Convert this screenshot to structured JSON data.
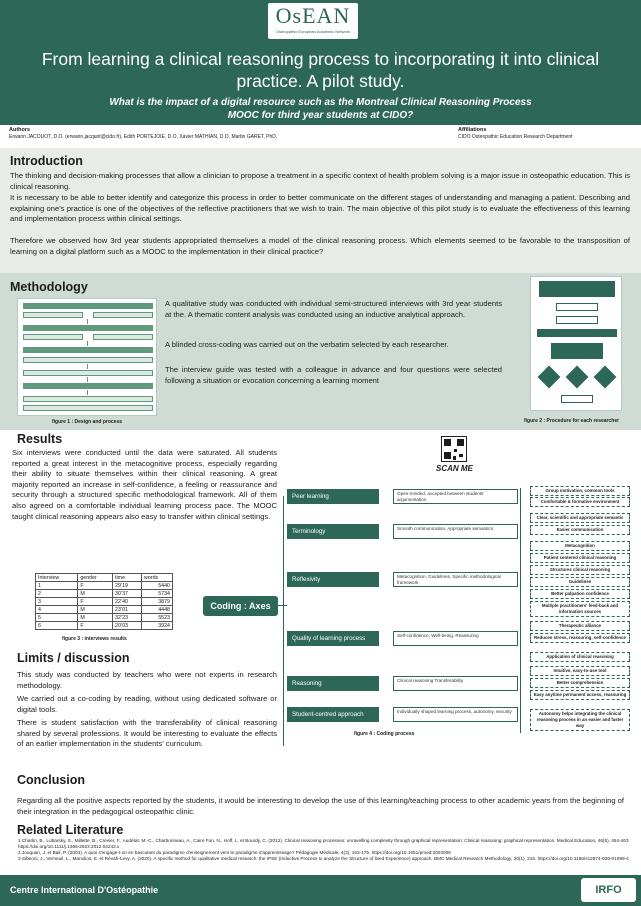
{
  "header": {
    "logo_title": "OsEAN",
    "logo_sub": "Osteopathic European Academic Network",
    "title": "From learning a clinical reasoning process to incorporating it into clinical practice. A pilot study.",
    "question": "What is the impact of a digital resource such as the Montreal Clinical Reasoning Process MOOC for third year students at CIDO?"
  },
  "authors": {
    "heading": "Authors",
    "text": "Erwann JACOUOT, D.O. (erwann.jacquot@cido.fr), Edith PORTEJOIE, D.O, Xavier MATHIAN, D.O, Martin GARET, PhD.",
    "aff_heading": "Affiliations",
    "aff_text": "CIDO Osteopathic Education Research Department"
  },
  "intro": {
    "heading": "Introduction",
    "p1": "The thinking and decision-making processes that allow a clinician to propose a treatment in a specific context of health problem solving is a major issue in osteopathic education. This is clinical reasoning.",
    "p2": "It is necessary to be able to better identify and categorize this process in order to better communicate on the different stages of understanding and managing a patient. Describing and explaining one's practice is one of the objectives of the reflective practitioners that we wish to train. The main objective of this pilot study is to evaluate the effectiveness of this learning and implementation process within clinical settings.",
    "p3": "Therefore we observed how 3rd year students appropriated themselves a model of the clinical reasoning process. Which elements seemed to be favorable to the transposition of learning on a digital platform such as a MOOC to the implementation in their clinical practice?"
  },
  "method": {
    "heading": "Methodology",
    "p1": "A qualitative study was conducted with individual semi-structured interviews with 3rd year students at the. A thematic content analysis was conducted using an inductive analytical approach.",
    "p2": "A blinded cross-coding was carried out on the verbatim selected by each researcher.",
    "p3": "The interview guide was tested with a colleague in advance and four questions were selected following a situation or evocation concerning a learning moment",
    "fig1_caption": "figure 1 : Design and process",
    "fig2_caption": "figure 2 : Procedure for each researcher"
  },
  "results": {
    "heading": "Results",
    "text": "Six interviews were conducted until the data were saturated. All students reported a great interest in the metacognitive process, especially regarding their ability to situate themselves within their clinical reasoning. A great majority reported an increase in self-confidence, a feeling or reassurance and security through a structured specific methodological framework. All of them also agreed on a comfortable individual learning process pace. The MOOC taught clinical reasoning appears also easy to transfer within clinical settings.",
    "table_headers": [
      "Interview",
      "gender",
      "time",
      "words"
    ],
    "table_rows": [
      [
        "1",
        "F",
        "29’19",
        "5440"
      ],
      [
        "2",
        "M",
        "30’37",
        "5734"
      ],
      [
        "3",
        "F",
        "22’40",
        "3879"
      ],
      [
        "4",
        "M",
        "23’01",
        "4448"
      ],
      [
        "5",
        "M",
        "32’23",
        "5523"
      ],
      [
        "6",
        "F",
        "20’03",
        "3924"
      ]
    ],
    "table_caption": "figure 3 : interviews results",
    "scan_label": "SCAN ME"
  },
  "coding": {
    "root": "Coding : Axes",
    "caption": "figure 4 :  Coding process",
    "axes": [
      {
        "label": "Peer learning",
        "sub": "Open-minded, accepted between students' argumentation"
      },
      {
        "label": "Terminology",
        "sub": "Smooth communication, Appropriate semantics"
      },
      {
        "label": "Reflexivity",
        "sub": "Metacognition, Guidelines, Specific methodological framework"
      },
      {
        "label": "Quality of learning process",
        "sub": "Self-confidence, Well-being, Reassuring"
      },
      {
        "label": "Reasoning",
        "sub": "Clinical reasoning Transferability"
      },
      {
        "label": "Student-centred approach",
        "sub": "Individually shaped learning process, autonomy, security"
      }
    ],
    "leaves": [
      "Group motivation, common tools",
      "Comfortable & formative environment",
      "Clear, scientific and appropriate semantic",
      "Easier communication",
      "Metacognition",
      "Patient centered clinical reasoning",
      "Structures clinical reasoning",
      "Guidelines",
      "Better palpation confidence",
      "Multiple practitioners' feed-back and information sources",
      "Therapeutic alliance",
      "Reduces stress, reassuring, self-confidence",
      "Application of clinical reasoning",
      "Intuitive, easy-to-use tool",
      "Better comprehension",
      "Easy anytime permanent access, reassuring",
      "Autonomy helps integrating the clinical reasoning process in an easier and faster way"
    ]
  },
  "limits": {
    "heading": "Limits / discussion",
    "p1": "This study was conducted by teachers who were not experts in research methodology.",
    "p2": "We carried out a co-coding by reading, without using dedicated software or digital tools.",
    "p3": "There is student satisfaction with the transferability of clinical reasoning shared by several professions. It would be interesting to evaluate the effects of an earlier implementation in the students' curriculum."
  },
  "conclusion": {
    "heading": "Conclusion",
    "text": "Regarding all the positive aspects reported by the students, it would be interesting to develop the use of this learning/teaching process to other academic years from the beginning of their integration in the pedagogical osteopathic clinic."
  },
  "literature": {
    "heading": "Related Literature",
    "r1": "1.Charlin, B., Lubarsky, S., Millette, B., Crevier, F., Audétat, M.-C., Charbonneau, A., Caire Fon, N., Hoff, L. et Bourdy, C. (2012). Clinical reasoning processes: unravelling complexity through graphical representation: Clinical reasoning: graphical representation. Medical Education, 46(5), 454-463. https://doi.org/10.1111/j.1365-2923.2012.04242.x",
    "r2": "2.Jouquan, J. et Bail, P. (2003). A quoi s'engage-t-on en basculant du paradigme d'enseignement vers le paradigme d'apprentissage? Pédagogie Médicale, 4(3), 163-175. https://doi.org/10.1051/pmed:2003006",
    "r3": "3.Sibeoni, J., Verneuil, L., Manolios, E. et Révah-Levy, A. (2020). A specific method for qualitative medical research: the IPSE (Inductive Process to analyze the Structure of lived Experience) approach. BMC Medical Research Methodology, 20(1), 216. https://doi.org/10.1186/s12874-020-01099-4"
  },
  "footer": {
    "left": "Centre International D'Ostéopathie",
    "right": "IRFO"
  }
}
